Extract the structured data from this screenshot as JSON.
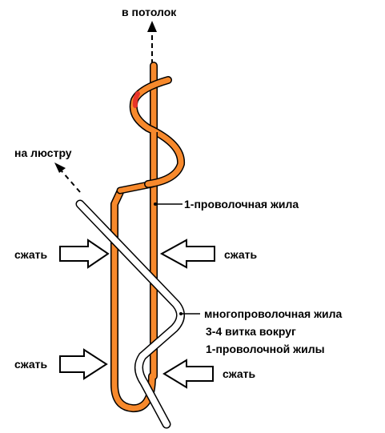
{
  "colors": {
    "single_wire": "#f7892c",
    "wire_outline": "#000000",
    "multi_wire_fill": "#ffffff",
    "highlight": "#e8352b",
    "text": "#000000"
  },
  "icons": {
    "compress_arrow": "block-arrow-icon",
    "direction_arrow": "arrowhead-icon"
  },
  "labels": {
    "ceiling": "в потолок",
    "chandelier": "на люстру",
    "single_core": "1-проволочная жила",
    "squeeze_left_top": "сжать",
    "squeeze_right_top": "сжать",
    "squeeze_left_bottom": "сжать",
    "squeeze_right_bottom": "сжать",
    "multi_core": "многопроволочная жила",
    "turns": "3-4 витка вокруг",
    "around_single": "1-проволочной жилы"
  }
}
